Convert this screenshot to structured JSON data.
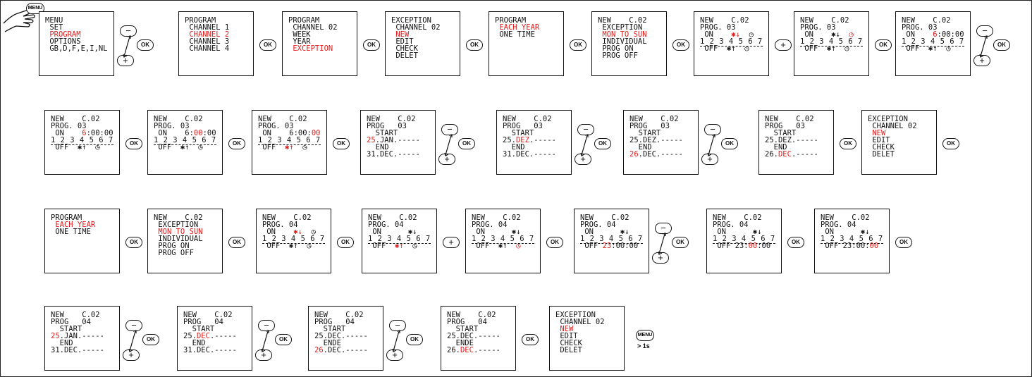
{
  "colors": {
    "highlight": "#e21b1b",
    "line": "#111111"
  },
  "labels": {
    "ok": "OK",
    "minus": "−",
    "plus": "+",
    "menu": "MENU",
    "hold": "> 1s"
  },
  "screens": [
    {
      "lines": [
        [
          [
            "MENU"
          ]
        ],
        [
          [
            " SET"
          ]
        ],
        [
          [
            " PROGRAM",
            "hl"
          ]
        ],
        [
          [
            " OPTIONS"
          ]
        ],
        [
          [
            " GB,D,F,E,I,NL"
          ]
        ]
      ]
    },
    {
      "lines": [
        [
          [
            "PROGRAM"
          ]
        ],
        [
          [
            " CHANNEL 1"
          ]
        ],
        [
          [
            " CHANNEL 2",
            "hl"
          ]
        ],
        [
          [
            " CHANNEL 3"
          ]
        ],
        [
          [
            " CHANNEL 4"
          ]
        ]
      ]
    },
    {
      "lines": [
        [
          [
            "PROGRAM"
          ]
        ],
        [
          [
            " CHANNEL 02"
          ]
        ],
        [
          [
            " WEEK"
          ]
        ],
        [
          [
            " YEAR"
          ]
        ],
        [
          [
            " EXCEPTION",
            "hl"
          ]
        ]
      ]
    },
    {
      "lines": [
        [
          [
            "EXCEPTION"
          ]
        ],
        [
          [
            " CHANNEL 02"
          ]
        ],
        [
          [
            " NEW",
            "hl"
          ]
        ],
        [
          [
            " EDIT"
          ]
        ],
        [
          [
            " CHECK"
          ]
        ],
        [
          [
            " DELET"
          ]
        ]
      ]
    },
    {
      "lines": [
        [
          [
            "PROGRAM"
          ]
        ],
        [
          [
            " EACH YEAR",
            "hl"
          ]
        ],
        [
          [
            " ONE TIME"
          ]
        ]
      ]
    },
    {
      "lines": [
        [
          [
            "NEW    C.02"
          ]
        ],
        [
          [
            " EXCEPTION"
          ]
        ],
        [
          [
            " MON TO SUN",
            "hl"
          ]
        ],
        [
          [
            " INDIVIDUAL"
          ]
        ],
        [
          [
            " PROG ON"
          ]
        ],
        [
          [
            " PROG OFF"
          ]
        ]
      ]
    },
    {
      "lines": [
        [
          [
            "NEW    C.02"
          ]
        ],
        [
          [
            "PROG. 03"
          ]
        ],
        [
          [
            " ON    "
          ],
          [
            "✱↓",
            "hl"
          ],
          [
            "  ◷"
          ]
        ],
        [
          [
            "1 2 3 4 5 6 7",
            "dg"
          ]
        ],
        [
          [
            " OFF  ✱↑  ◷"
          ]
        ]
      ]
    },
    {
      "lines": [
        [
          [
            "NEW    C.02"
          ]
        ],
        [
          [
            "PROG. 03"
          ]
        ],
        [
          [
            " ON    ✱↓  "
          ],
          [
            "◷",
            "hl"
          ]
        ],
        [
          [
            "1 2 3 4 5 6 7",
            "dg"
          ]
        ],
        [
          [
            " OFF  ✱↑  ◷"
          ]
        ]
      ]
    },
    {
      "lines": [
        [
          [
            "NEW    C.02"
          ]
        ],
        [
          [
            "PROG. 03"
          ]
        ],
        [
          [
            " ON    "
          ],
          [
            "6",
            "hl"
          ],
          [
            ":00:00"
          ]
        ],
        [
          [
            "1 2 3 4 5 6 7",
            "dg"
          ]
        ],
        [
          [
            " OFF  ✱↑  ◷"
          ]
        ]
      ]
    },
    {
      "lines": [
        [
          [
            "NEW    C.02"
          ]
        ],
        [
          [
            "PROG. 03"
          ]
        ],
        [
          [
            " ON    "
          ],
          [
            "6",
            "hl"
          ],
          [
            ":00:00"
          ]
        ],
        [
          [
            "1 2 3 4 5 6 7",
            "dg"
          ]
        ],
        [
          [
            " OFF  ✱↑  ◷"
          ]
        ]
      ]
    },
    {
      "lines": [
        [
          [
            "NEW    C.02"
          ]
        ],
        [
          [
            "PROG. 03"
          ]
        ],
        [
          [
            " ON    6:"
          ],
          [
            "00",
            "hl"
          ],
          [
            ":00"
          ]
        ],
        [
          [
            "1 2 3 4 5 6 7",
            "dg"
          ]
        ],
        [
          [
            " OFF  ✱↑  ◷"
          ]
        ]
      ]
    },
    {
      "lines": [
        [
          [
            "NEW    C.02"
          ]
        ],
        [
          [
            "PROG. 03"
          ]
        ],
        [
          [
            " ON    6:00:"
          ],
          [
            "00",
            "hl"
          ]
        ],
        [
          [
            "1 2 3 4 5 6 7",
            "dg"
          ]
        ],
        [
          [
            " OFF  "
          ],
          [
            "✱↑",
            "hl"
          ],
          [
            "  ◷"
          ]
        ]
      ]
    },
    {
      "lines": [
        [
          [
            "NEW    C.02"
          ]
        ],
        [
          [
            "PROG   03"
          ]
        ],
        [
          [
            "  START"
          ]
        ],
        [
          [
            "25",
            "hl"
          ],
          [
            ".JAN.-----"
          ]
        ],
        [
          [
            "  END"
          ]
        ],
        [
          [
            "31.DEC.-----"
          ]
        ]
      ]
    },
    {
      "lines": [
        [
          [
            "NEW    C.02"
          ]
        ],
        [
          [
            "PROG   03"
          ]
        ],
        [
          [
            "  START"
          ]
        ],
        [
          [
            "25."
          ],
          [
            "DEZ",
            "hl"
          ],
          [
            ".-----"
          ]
        ],
        [
          [
            "  END"
          ]
        ],
        [
          [
            "31.DEC.-----"
          ]
        ]
      ]
    },
    {
      "lines": [
        [
          [
            "NEW    C.02"
          ]
        ],
        [
          [
            "PROG   03"
          ]
        ],
        [
          [
            "  START"
          ]
        ],
        [
          [
            "25.DEZ.-----"
          ]
        ],
        [
          [
            "  END"
          ]
        ],
        [
          [
            "26",
            "hl"
          ],
          [
            ".DEC.-----"
          ]
        ]
      ]
    },
    {
      "lines": [
        [
          [
            "NEW    C.02"
          ]
        ],
        [
          [
            "PROG   03"
          ]
        ],
        [
          [
            "  START"
          ]
        ],
        [
          [
            "25.DEZ.-----"
          ]
        ],
        [
          [
            "  END"
          ]
        ],
        [
          [
            "26."
          ],
          [
            "DEC",
            "hl"
          ],
          [
            ".-----"
          ]
        ]
      ]
    },
    {
      "lines": [
        [
          [
            "EXCEPTION"
          ]
        ],
        [
          [
            " CHANNEL 02"
          ]
        ],
        [
          [
            " NEW",
            "hl"
          ]
        ],
        [
          [
            " EDIT"
          ]
        ],
        [
          [
            " CHECK"
          ]
        ],
        [
          [
            " DELET"
          ]
        ]
      ]
    },
    {
      "lines": [
        [
          [
            "PROGRAM"
          ]
        ],
        [
          [
            " EACH YEAR",
            "hl"
          ]
        ],
        [
          [
            " ONE TIME"
          ]
        ]
      ]
    },
    {
      "lines": [
        [
          [
            "NEW    C.02"
          ]
        ],
        [
          [
            " EXCEPTION"
          ]
        ],
        [
          [
            " MON TO SUN",
            "hl"
          ]
        ],
        [
          [
            " INDIVIDUAL"
          ]
        ],
        [
          [
            " PROG ON"
          ]
        ],
        [
          [
            " PROG OFF"
          ]
        ]
      ]
    },
    {
      "lines": [
        [
          [
            "NEW    C.02"
          ]
        ],
        [
          [
            "PROG. 04"
          ]
        ],
        [
          [
            " ON    "
          ],
          [
            "✱↓",
            "hl"
          ],
          [
            "  ◷"
          ]
        ],
        [
          [
            "1 2 3 4 5 6 7",
            "dg"
          ]
        ],
        [
          [
            " OFF  ✱↑  ◷"
          ]
        ]
      ]
    },
    {
      "lines": [
        [
          [
            "NEW    C.02"
          ]
        ],
        [
          [
            "PROG. 04"
          ]
        ],
        [
          [
            " ON      ✱↓"
          ]
        ],
        [
          [
            "1 2 3 4 5 6 7",
            "dg"
          ]
        ],
        [
          [
            " OFF  "
          ],
          [
            "✱↑",
            "hl"
          ],
          [
            "  ◷"
          ]
        ]
      ]
    },
    {
      "lines": [
        [
          [
            "NEW    C.02"
          ]
        ],
        [
          [
            "PROG. 04"
          ]
        ],
        [
          [
            " ON      ✱↓"
          ]
        ],
        [
          [
            "1 2 3 4 5 6 7",
            "dg"
          ]
        ],
        [
          [
            " OFF  ✱↑  "
          ],
          [
            "◷",
            "hl"
          ]
        ]
      ]
    },
    {
      "lines": [
        [
          [
            "NEW    C.02"
          ]
        ],
        [
          [
            "PROG. 04"
          ]
        ],
        [
          [
            " ON      ✱↓"
          ]
        ],
        [
          [
            "1 2 3 4 5 6 7",
            "dg"
          ]
        ],
        [
          [
            " OFF "
          ],
          [
            "23",
            "hl"
          ],
          [
            ":00:00"
          ]
        ]
      ]
    },
    {
      "lines": [
        [
          [
            "NEW    C.02"
          ]
        ],
        [
          [
            "PROG. 04"
          ]
        ],
        [
          [
            " ON      ✱↓"
          ]
        ],
        [
          [
            "1 2 3 4 5 6 7",
            "dg"
          ]
        ],
        [
          [
            " OFF 23:"
          ],
          [
            "00",
            "hl"
          ],
          [
            ":00"
          ]
        ]
      ]
    },
    {
      "lines": [
        [
          [
            "NEW    C.02"
          ]
        ],
        [
          [
            "PROG. 04"
          ]
        ],
        [
          [
            " ON      ✱↓"
          ]
        ],
        [
          [
            "1 2 3 4 5 6 7",
            "dg"
          ]
        ],
        [
          [
            " OFF 23:00:"
          ],
          [
            "00",
            "hl"
          ]
        ]
      ]
    },
    {
      "lines": [
        [
          [
            "NEW    C.02"
          ]
        ],
        [
          [
            "PROG   04"
          ]
        ],
        [
          [
            "  START"
          ]
        ],
        [
          [
            "25",
            "hl"
          ],
          [
            ".JAN.-----"
          ]
        ],
        [
          [
            "  END"
          ]
        ],
        [
          [
            "31.DEC.-----"
          ]
        ]
      ]
    },
    {
      "lines": [
        [
          [
            "NEW    C.02"
          ]
        ],
        [
          [
            "PROG   04"
          ]
        ],
        [
          [
            "  START"
          ]
        ],
        [
          [
            "25."
          ],
          [
            "DEC",
            "hl"
          ],
          [
            ".-----"
          ]
        ],
        [
          [
            "  END"
          ]
        ],
        [
          [
            "31.DEC.-----"
          ]
        ]
      ]
    },
    {
      "lines": [
        [
          [
            "NEW    C.02"
          ]
        ],
        [
          [
            "PROG   04"
          ]
        ],
        [
          [
            "  START"
          ]
        ],
        [
          [
            "25.DEC.-----"
          ]
        ],
        [
          [
            "  ENDE"
          ]
        ],
        [
          [
            "26",
            "hl"
          ],
          [
            ".DEC.-----"
          ]
        ]
      ]
    },
    {
      "lines": [
        [
          [
            "NEW    C.02"
          ]
        ],
        [
          [
            "PROG   04"
          ]
        ],
        [
          [
            "  START"
          ]
        ],
        [
          [
            "25.DEC.-----"
          ]
        ],
        [
          [
            "  ENDE"
          ]
        ],
        [
          [
            "26."
          ],
          [
            "DEC",
            "hl"
          ],
          [
            ".-----"
          ]
        ]
      ]
    },
    {
      "lines": [
        [
          [
            "EXCEPTION"
          ]
        ],
        [
          [
            " CHANNEL 02"
          ]
        ],
        [
          [
            " NEW",
            "hl"
          ]
        ],
        [
          [
            " EDIT"
          ]
        ],
        [
          [
            " CHECK"
          ]
        ],
        [
          [
            " DELET"
          ]
        ]
      ]
    }
  ]
}
